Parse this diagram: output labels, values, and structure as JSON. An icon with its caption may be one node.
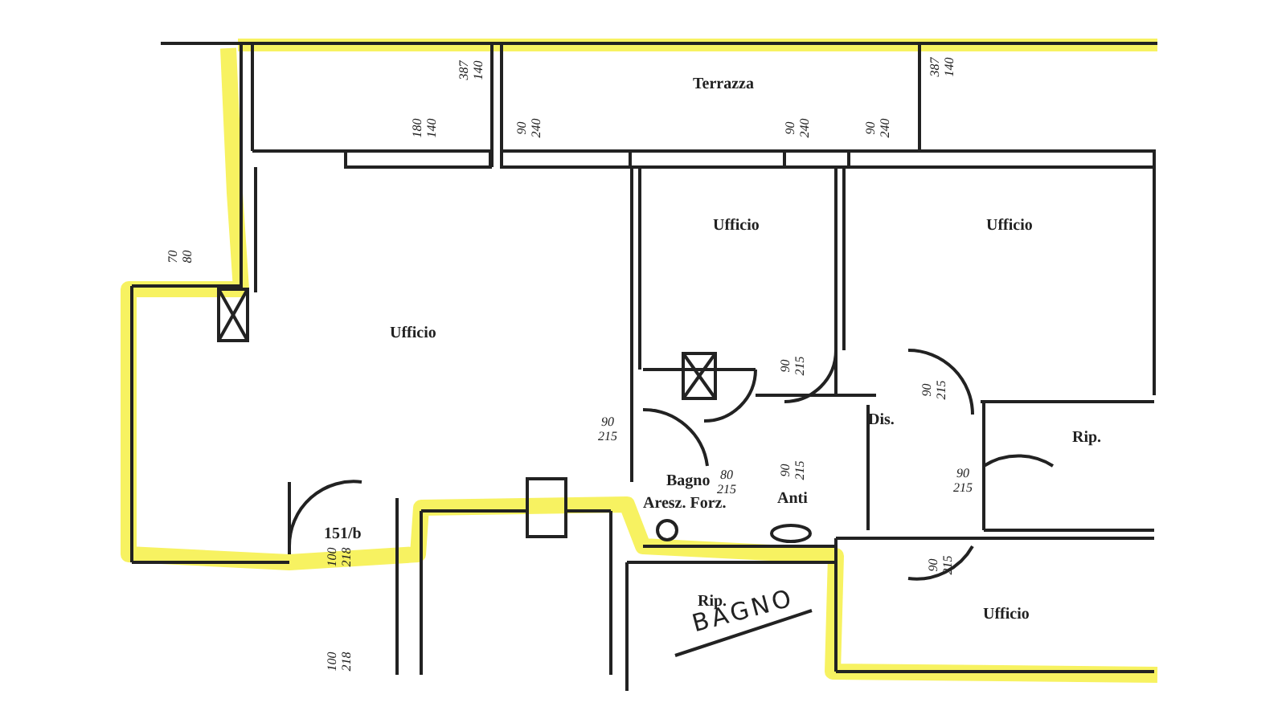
{
  "diagram": {
    "labels": [
      "387 140",
      "Terrazza",
      "387 140",
      "180 140",
      "90 240",
      "90 240",
      "90 240",
      "70 80",
      "Ufficio",
      "Ufficio",
      "Ufficio",
      "90 215",
      "90 215",
      "Dis.",
      "90 215",
      "Rip.",
      "90 215",
      "Bagno",
      "80 215",
      "90 215",
      "Anti",
      "Aresz. Forz.",
      "151/b",
      "100 218",
      "90 215",
      "Rip.",
      "BAGNO",
      "Ufficio",
      "100 218"
    ]
  }
}
